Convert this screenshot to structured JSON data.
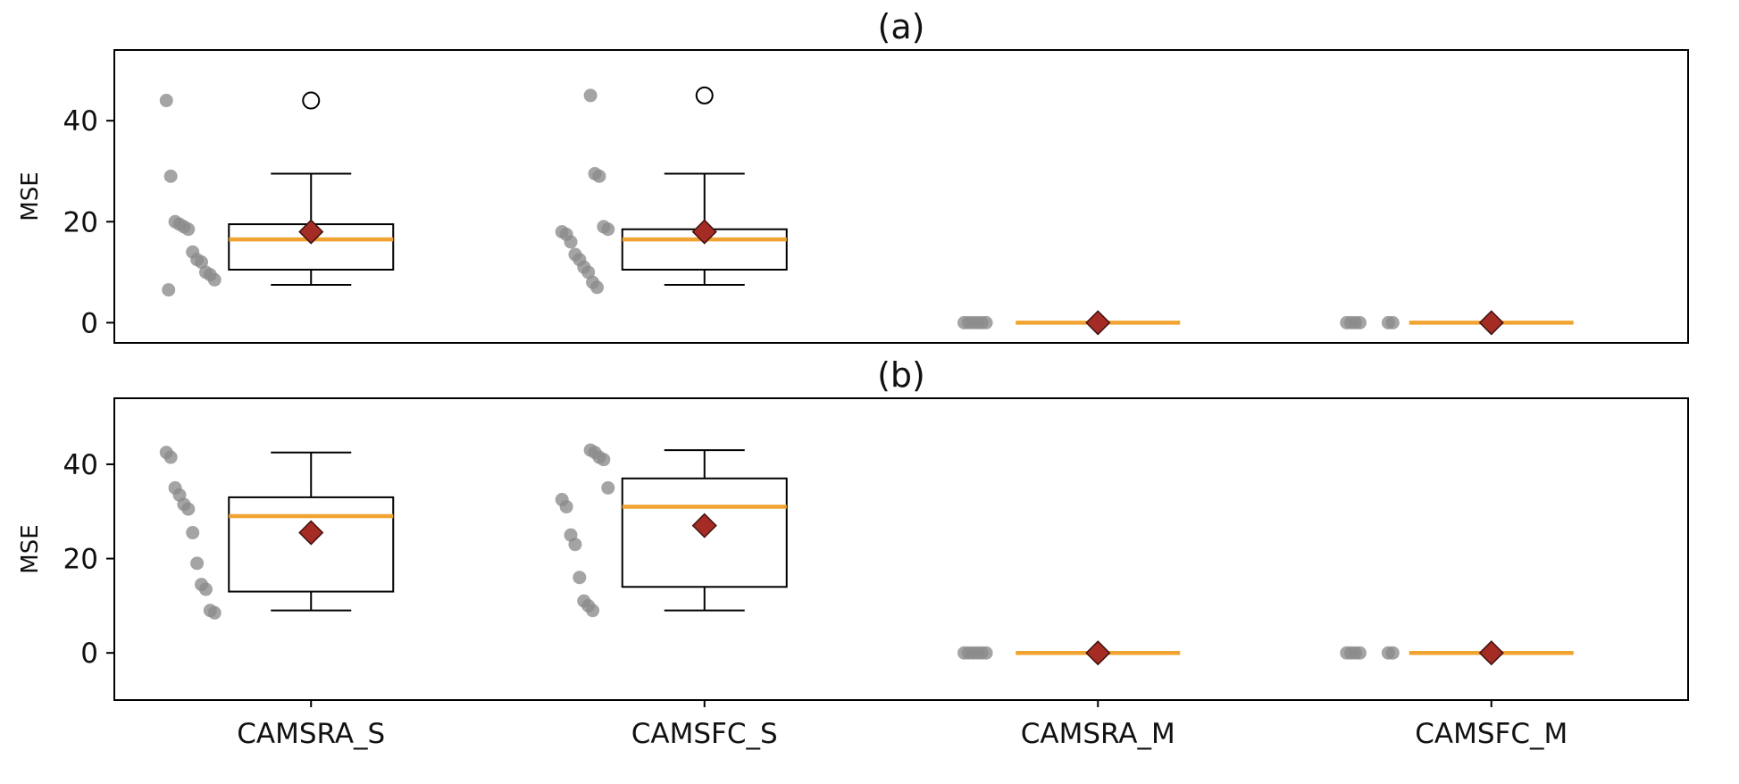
{
  "figure": {
    "ylabel": "MSE"
  },
  "colors": {
    "median_line": "#F0A330",
    "mean_fill": "#A52C25",
    "mean_edge": "#401010",
    "scatter": "#8A8A8A",
    "box_edge": "#000000",
    "background": "#FFFFFF"
  },
  "chart_data": [
    {
      "type": "boxplot",
      "panel_label": "(a)",
      "title": "(a)",
      "xlabel": "",
      "ylabel": "MSE",
      "yticks": [
        0,
        20,
        40
      ],
      "ylim": [
        -4,
        54
      ],
      "grid": false,
      "legend": "none",
      "categories": [
        "CAMSRA_S",
        "CAMSFC_S",
        "CAMSRA_M",
        "CAMSFC_M"
      ],
      "groups": [
        {
          "category": "CAMSRA_S",
          "q1": 10.5,
          "median": 16.5,
          "q3": 19.5,
          "whisker_low": 7.5,
          "whisker_high": 29.5,
          "mean": 18,
          "outliers": [
            44
          ],
          "points": [
            44,
            29,
            20,
            19.5,
            19,
            18.5,
            14,
            12.5,
            12,
            10,
            9.5,
            8.5,
            6.5
          ]
        },
        {
          "category": "CAMSFC_S",
          "q1": 10.5,
          "median": 16.5,
          "q3": 18.5,
          "whisker_low": 7.5,
          "whisker_high": 29.5,
          "mean": 18,
          "outliers": [
            45
          ],
          "points": [
            45,
            29.5,
            29,
            19,
            18.5,
            18,
            17.5,
            16,
            13.5,
            12.5,
            11,
            10,
            8,
            7
          ]
        },
        {
          "category": "CAMSRA_M",
          "q1": 0,
          "median": 0,
          "q3": 0,
          "whisker_low": 0,
          "whisker_high": 0,
          "mean": 0,
          "outliers": [],
          "points": [
            0,
            0,
            0,
            0,
            0,
            0
          ]
        },
        {
          "category": "CAMSFC_M",
          "q1": 0,
          "median": 0,
          "q3": 0,
          "whisker_low": 0,
          "whisker_high": 0,
          "mean": 0,
          "outliers": [],
          "points": [
            0,
            0,
            0,
            0,
            0,
            0
          ]
        }
      ]
    },
    {
      "type": "boxplot",
      "panel_label": "(b)",
      "title": "(b)",
      "xlabel": "",
      "ylabel": "MSE",
      "yticks": [
        0,
        20,
        40
      ],
      "ylim": [
        -10,
        54
      ],
      "grid": false,
      "legend": "none",
      "categories": [
        "CAMSRA_S",
        "CAMSFC_S",
        "CAMSRA_M",
        "CAMSFC_M"
      ],
      "groups": [
        {
          "category": "CAMSRA_S",
          "q1": 13,
          "median": 29,
          "q3": 33,
          "whisker_low": 9,
          "whisker_high": 42.5,
          "mean": 25.5,
          "outliers": [],
          "points": [
            42.5,
            41.5,
            35,
            33.5,
            31.5,
            30.5,
            25.5,
            19,
            14.5,
            13.5,
            9,
            8.5
          ]
        },
        {
          "category": "CAMSFC_S",
          "q1": 14,
          "median": 31,
          "q3": 37,
          "whisker_low": 9,
          "whisker_high": 43,
          "mean": 27,
          "outliers": [],
          "points": [
            43,
            42.5,
            41.5,
            41,
            35,
            32.5,
            31,
            25,
            23,
            16,
            11,
            10,
            9
          ]
        },
        {
          "category": "CAMSRA_M",
          "q1": 0,
          "median": 0,
          "q3": 0,
          "whisker_low": 0,
          "whisker_high": 0,
          "mean": 0,
          "outliers": [],
          "points": [
            0,
            0,
            0,
            0,
            0,
            0
          ]
        },
        {
          "category": "CAMSFC_M",
          "q1": 0,
          "median": 0,
          "q3": 0,
          "whisker_low": 0,
          "whisker_high": 0,
          "mean": 0,
          "outliers": [],
          "points": [
            0,
            0,
            0,
            0,
            0,
            0
          ]
        }
      ]
    }
  ]
}
